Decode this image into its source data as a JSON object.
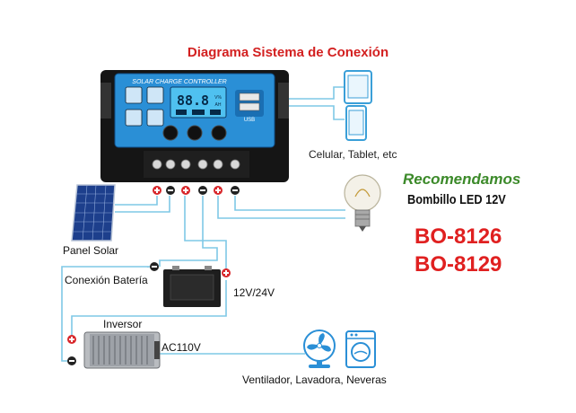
{
  "title": "Diagrama Sistema de Conexión",
  "controller": {
    "header": "SOLAR CHARGE CONTROLLER",
    "lcd_digits": "88.8",
    "lcd_units_top": "V%",
    "lcd_units_bottom": "AH",
    "usb_label": "USB"
  },
  "devices_label": "Celular, Tablet, etc",
  "recommend_label": "Recomendamos",
  "bulb_label": "Bombillo LED 12V",
  "models": [
    "BO-8126",
    "BO-8129"
  ],
  "solar_label": "Panel Solar",
  "battery_label": "Conexión Batería",
  "voltage_label": "12V/24V",
  "inverter_label": "Inversor",
  "ac_label": "AC110V",
  "appliances_label": "Ventilador, Lavadora, Neveras",
  "colors": {
    "title": "#d32020",
    "recommend": "#3c8a2a",
    "models": "#e02020",
    "wire": "#7fc8e6",
    "controller_blue": "#2a8fd6",
    "positive": "#d8282c"
  },
  "icons": [
    "tablet-icon",
    "phone-icon",
    "bulb-icon",
    "fan-icon",
    "washer-icon",
    "solar-panel-icon",
    "battery-icon",
    "inverter-icon"
  ]
}
